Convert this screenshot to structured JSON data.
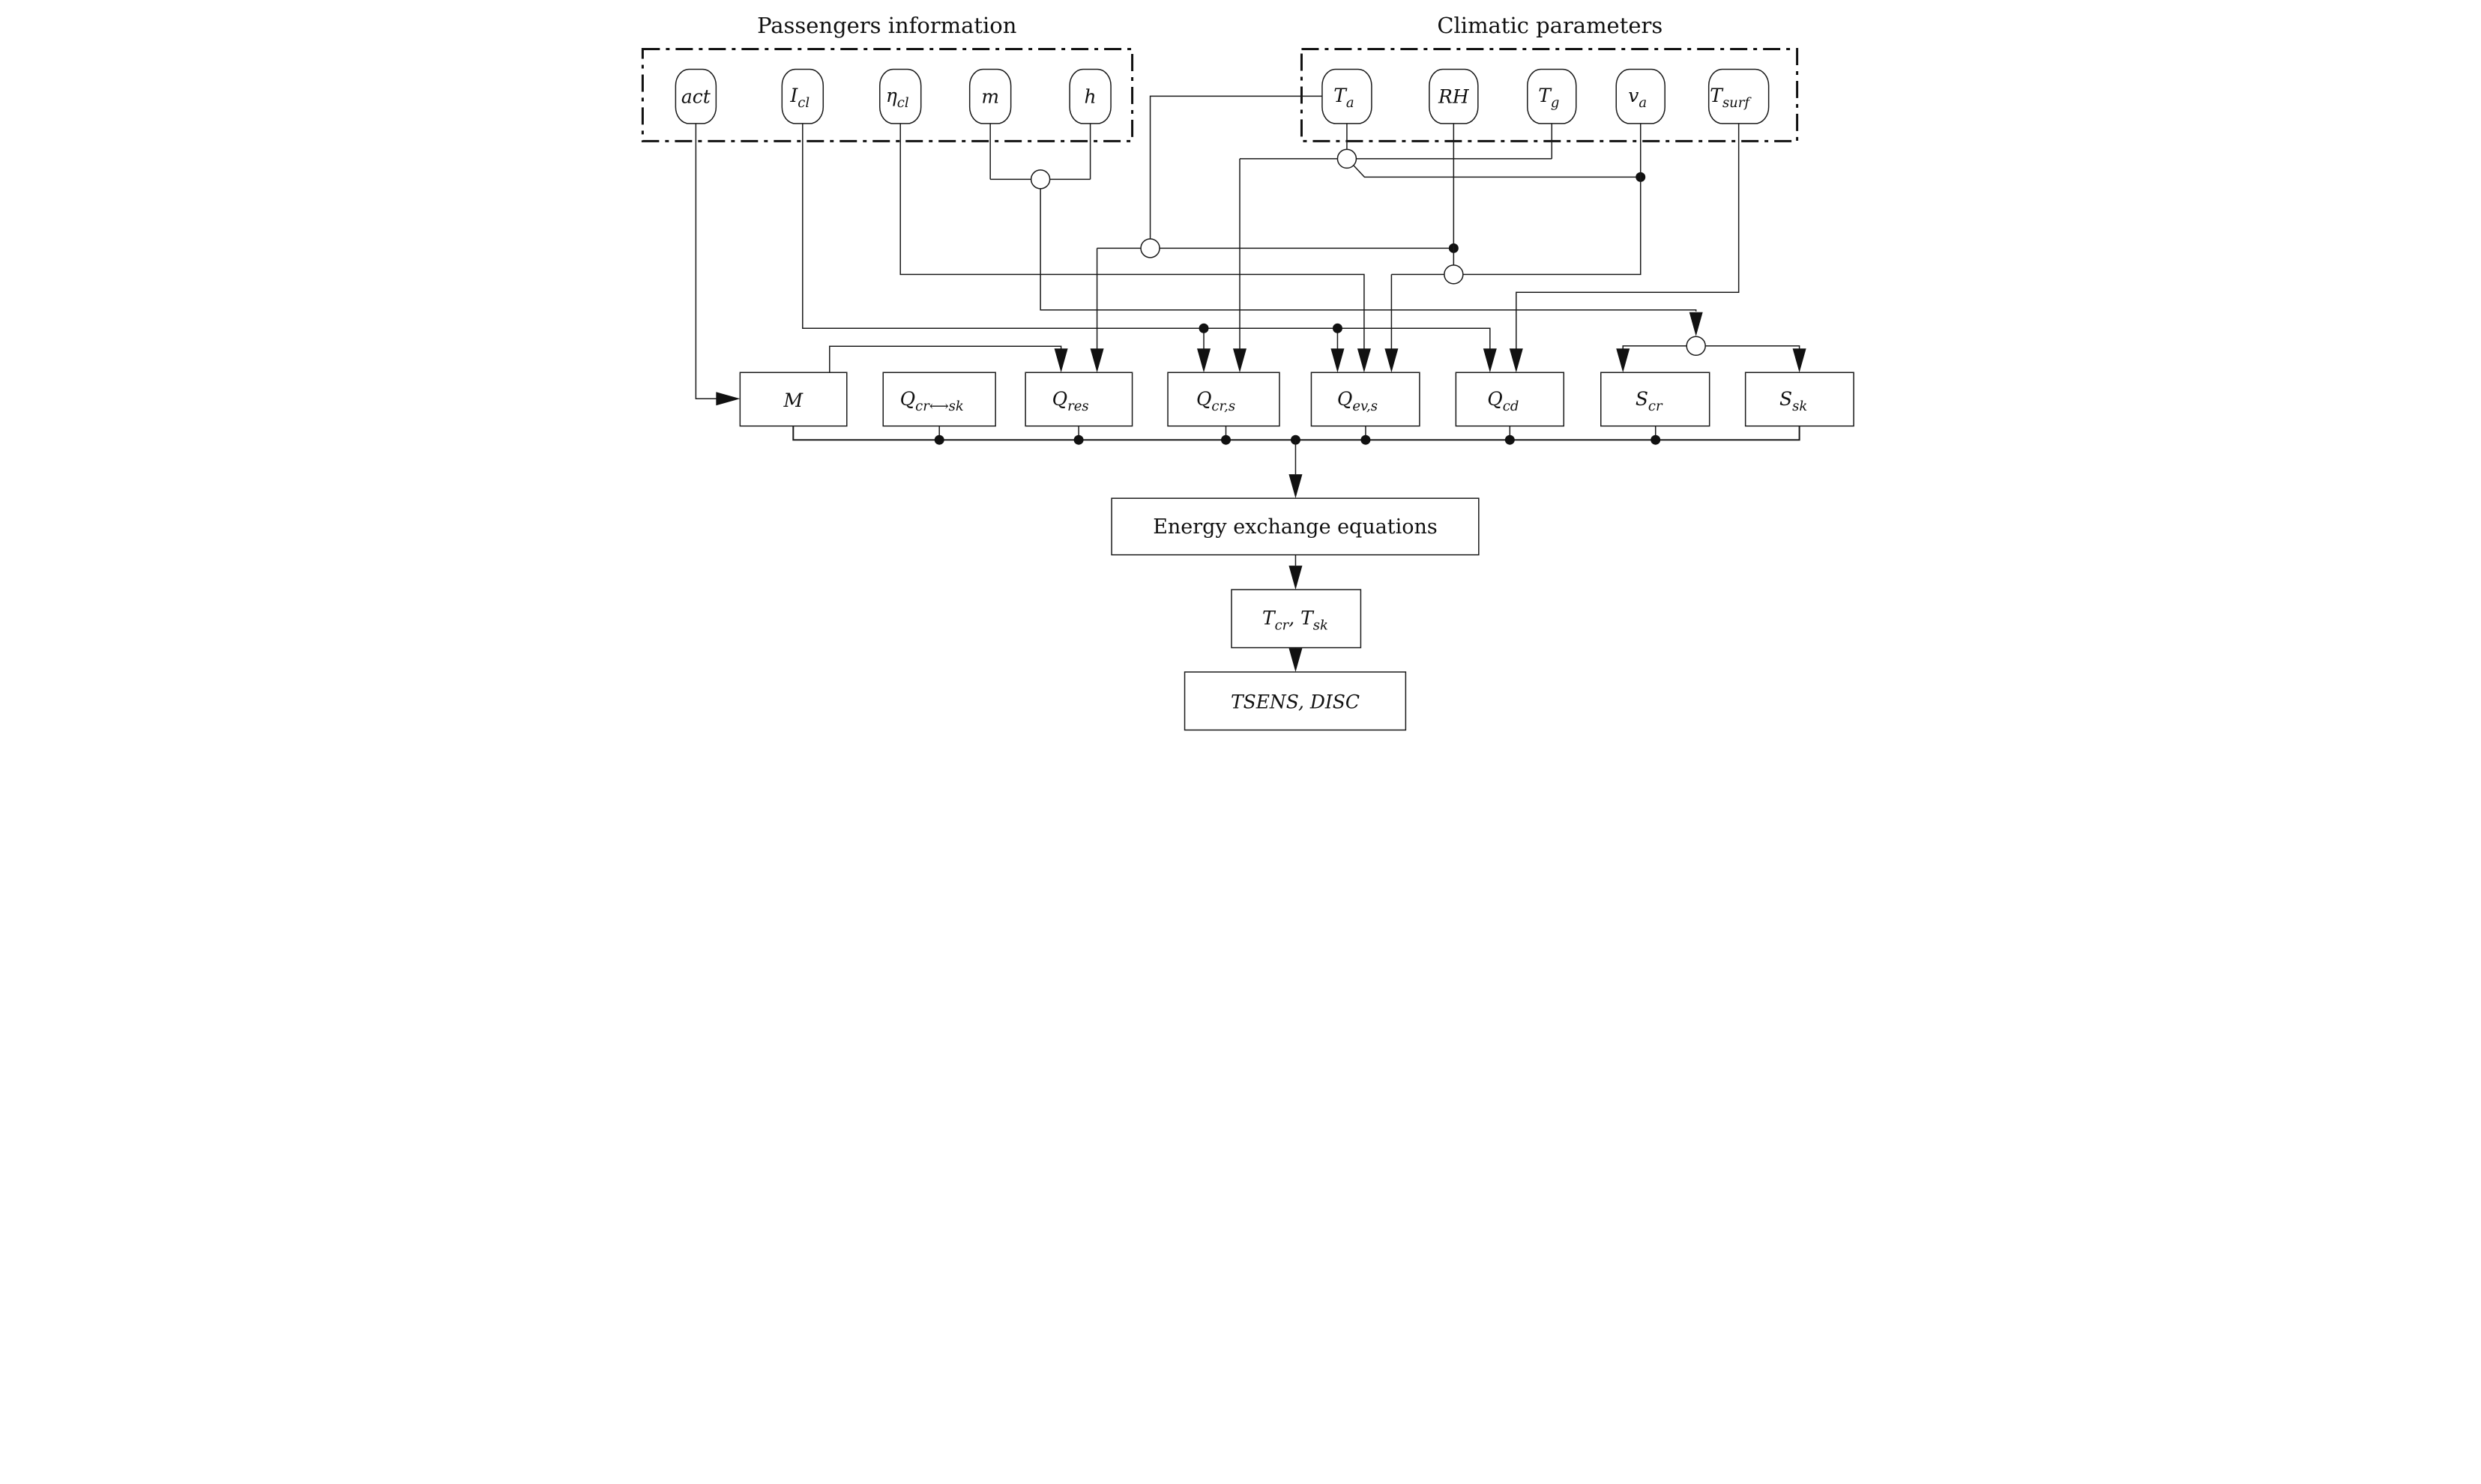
{
  "groups": {
    "passengers": {
      "title": "Passengers information"
    },
    "climatic": {
      "title": "Climatic parameters"
    }
  },
  "inputs": {
    "act": [
      {
        "t": "act"
      }
    ],
    "Icl": [
      {
        "t": "I"
      },
      {
        "t": "cl",
        "sub": true
      }
    ],
    "etacl": [
      {
        "t": "η"
      },
      {
        "t": "cl",
        "sub": true
      }
    ],
    "m": [
      {
        "t": "m"
      }
    ],
    "h": [
      {
        "t": "h"
      }
    ],
    "Ta": [
      {
        "t": "T"
      },
      {
        "t": "a",
        "sub": true
      }
    ],
    "RH": [
      {
        "t": "RH"
      }
    ],
    "Tg": [
      {
        "t": "T"
      },
      {
        "t": "g",
        "sub": true
      }
    ],
    "va": [
      {
        "t": "v"
      },
      {
        "t": "a",
        "sub": true
      }
    ],
    "Tsurf": [
      {
        "t": "T"
      },
      {
        "t": "surf",
        "sub": true
      }
    ]
  },
  "blocks": {
    "M": [
      {
        "t": "M"
      }
    ],
    "Qcrsk": [
      {
        "t": "Q"
      },
      {
        "t": "cr⟷sk",
        "sub": true
      }
    ],
    "Qres": [
      {
        "t": "Q"
      },
      {
        "t": "res",
        "sub": true
      }
    ],
    "Qcrs": [
      {
        "t": "Q"
      },
      {
        "t": "cr,s",
        "sub": true
      }
    ],
    "Qevs": [
      {
        "t": "Q"
      },
      {
        "t": "ev,s",
        "sub": true
      }
    ],
    "Qcd": [
      {
        "t": "Q"
      },
      {
        "t": "cd",
        "sub": true
      }
    ],
    "Scr": [
      {
        "t": "S"
      },
      {
        "t": "cr",
        "sub": true
      }
    ],
    "Ssk": [
      {
        "t": "S"
      },
      {
        "t": "sk",
        "sub": true
      }
    ]
  },
  "results": {
    "energy": [
      {
        "t": "Energy exchange equations"
      }
    ],
    "TcrTsk": [
      {
        "t": "T"
      },
      {
        "t": "cr",
        "sub": true
      },
      {
        "t": ", T"
      },
      {
        "t": "sk",
        "sub": true
      }
    ],
    "tsens": [
      {
        "t": "TSENS, DISC"
      }
    ]
  },
  "connections": [
    "act → M",
    "M → Q_res",
    "I_cl → Q_cr,s",
    "I_cl → Q_ev,s",
    "I_cl → Q_cd",
    "η_cl → Q_ev,s",
    "m + h → S_cr",
    "m + h → S_sk",
    "T_a → Q_res",
    "T_a + T_g → Q_cr,s",
    "T_a + RH + v_a → Q_ev,s",
    "T_surf → Q_cd",
    "M, Q_cr⟷sk, Q_res, Q_cr,s, Q_ev,s, Q_cd, S_cr, S_sk → Energy exchange equations",
    "Energy exchange equations → T_cr, T_sk",
    "T_cr, T_sk → TSENS, DISC"
  ]
}
